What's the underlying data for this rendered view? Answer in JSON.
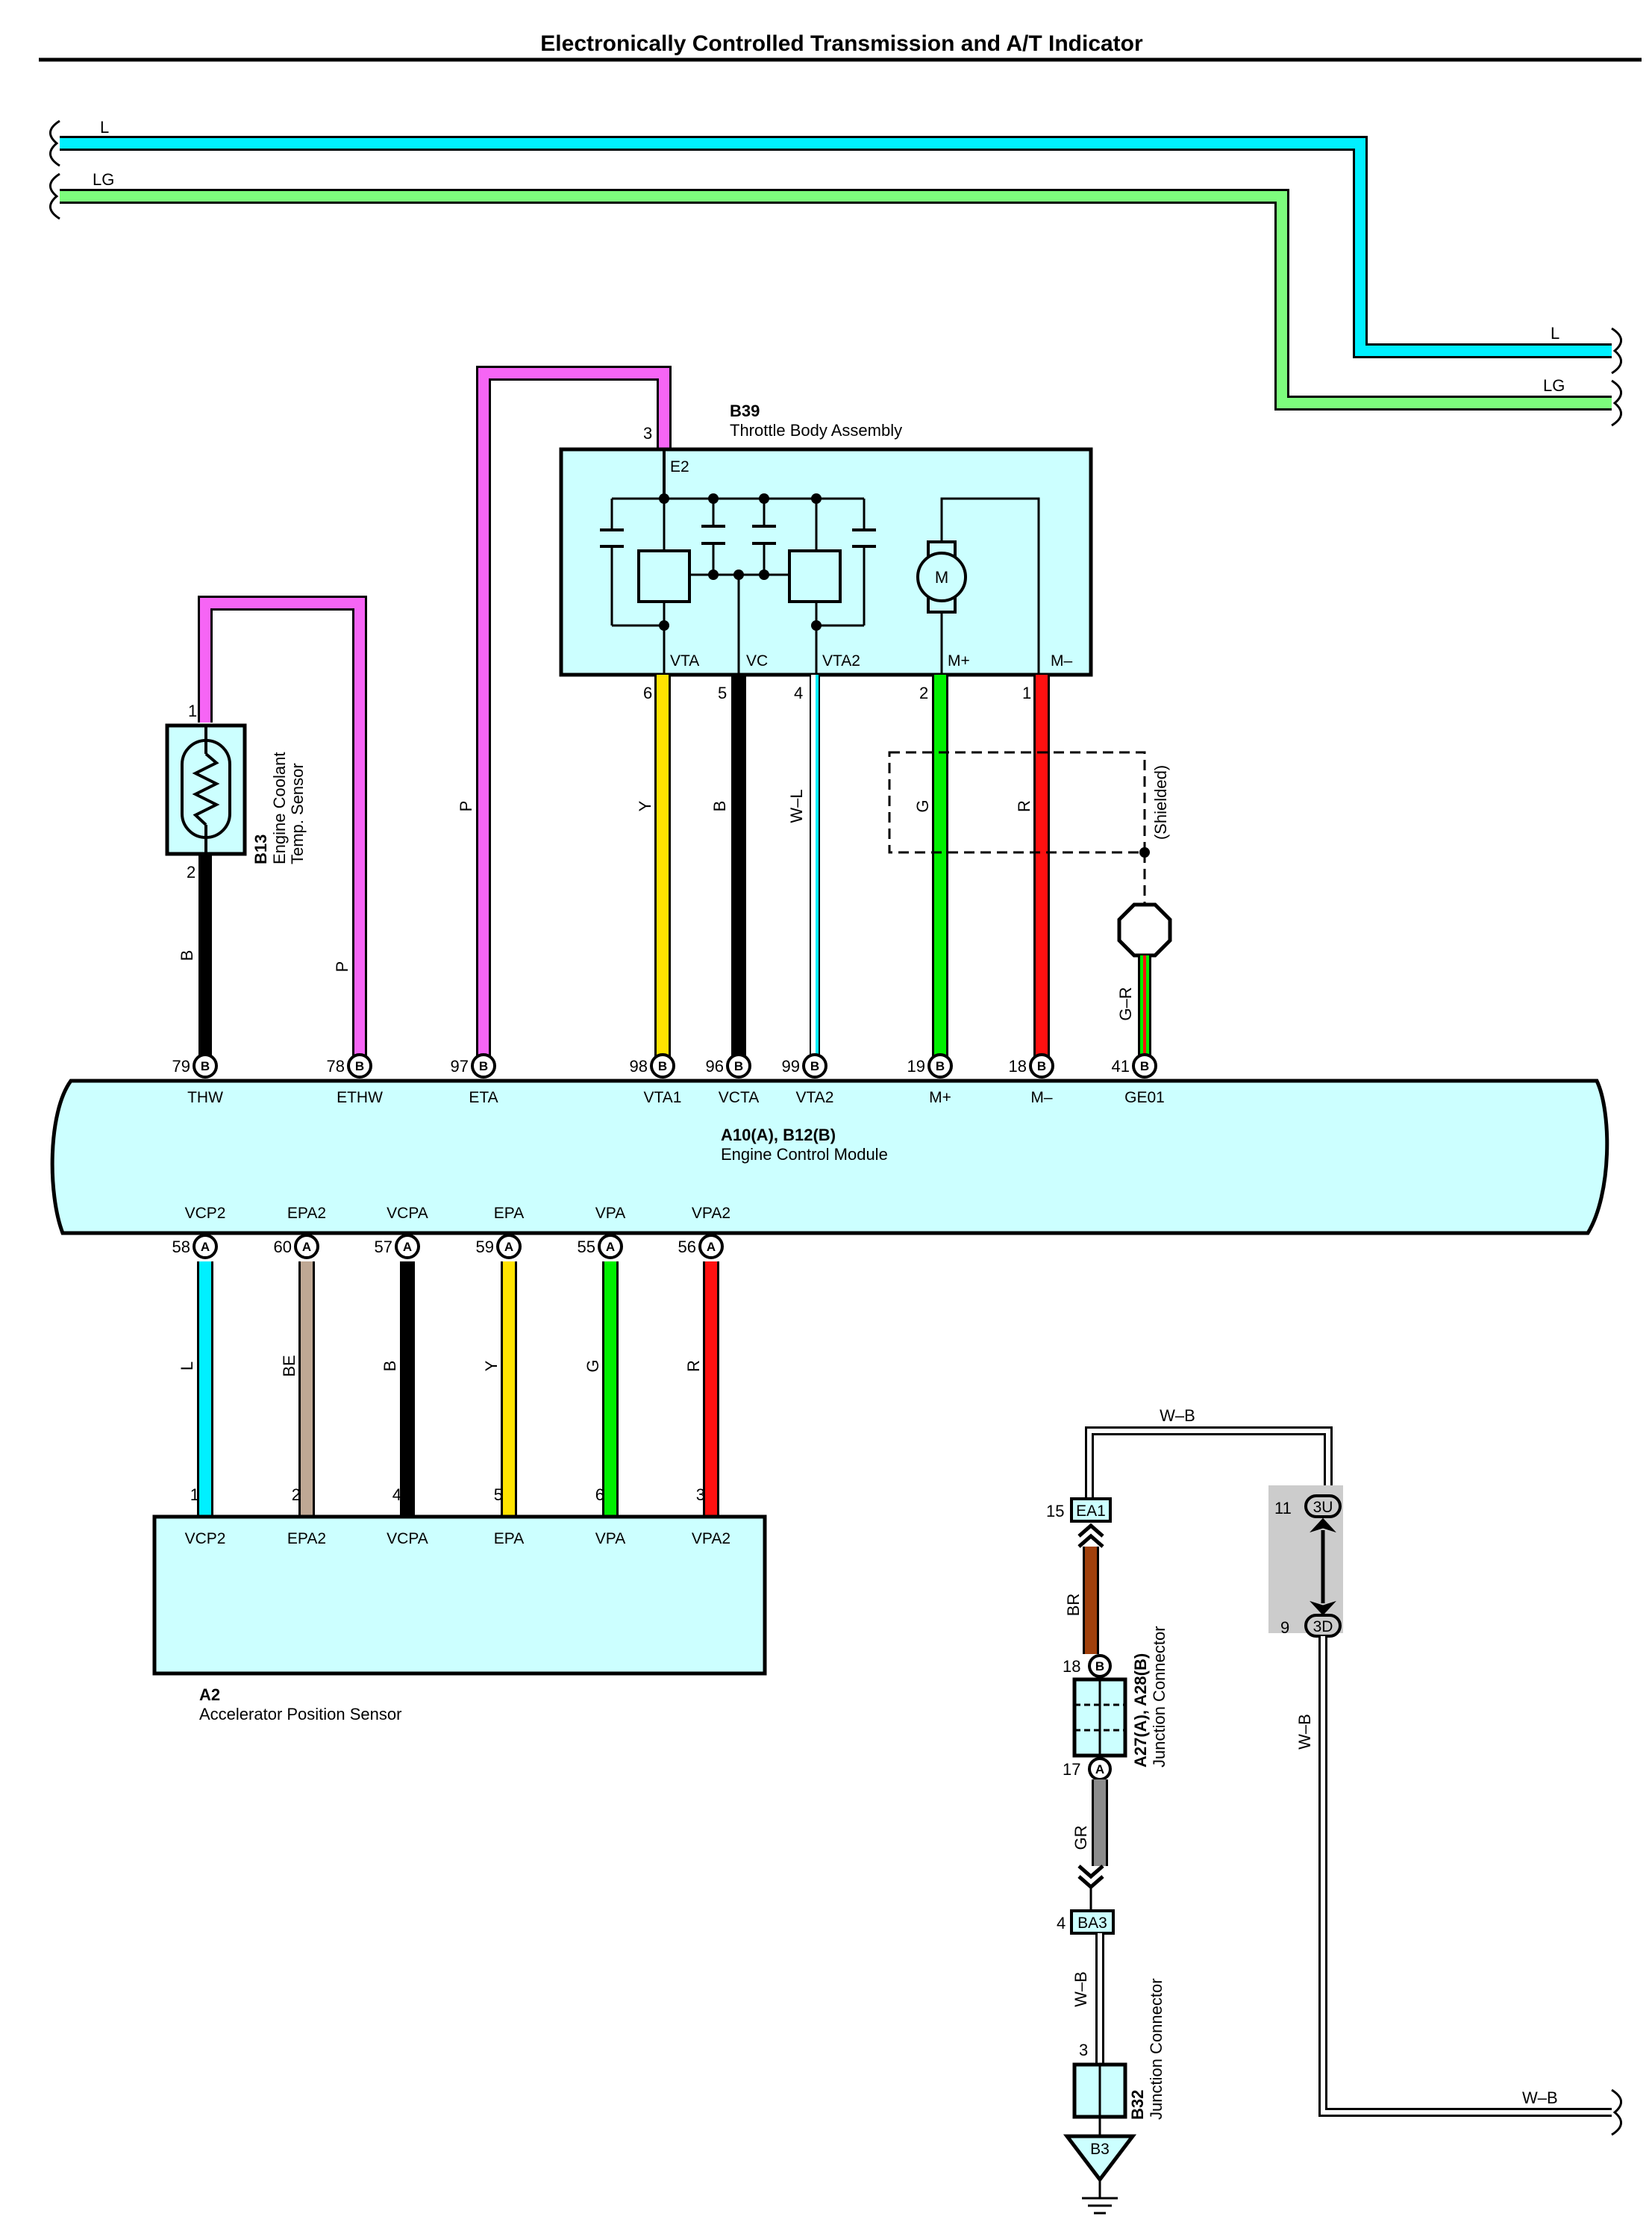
{
  "title": "Electronically Controlled Transmission and A/T Indicator",
  "colors": {
    "L": "#00f0ff",
    "LG": "#7dfc7d",
    "P": "#f665f5",
    "Y": "#ffe300",
    "B": "#000000",
    "G": "#00f000",
    "R": "#ff1010",
    "BE": "#bfa894",
    "BR": "#a0400c",
    "GR": "#8c8c8c",
    "component": "#ccffff"
  },
  "wires": {
    "l": "L",
    "lg": "LG",
    "l_right": "L",
    "lg_right": "LG",
    "ethw": "P",
    "eta": "P",
    "thw": "B",
    "vta1": "Y",
    "vcta": "B",
    "vta2": "W–L",
    "mplus": "G",
    "mminus": "R",
    "ge01": "G–R",
    "vcp2": "L",
    "epa2": "BE",
    "vcpa": "B",
    "epa": "Y",
    "vpa": "G",
    "vpa2": "R",
    "wb_top": "W–B",
    "br": "BR",
    "gr": "GR",
    "wb_vert": "W–B",
    "wb_ba3": "W–B",
    "wb_bottom": "W–B"
  },
  "b13": {
    "code": "B13",
    "name1": "Engine Coolant",
    "name2": "Temp. Sensor",
    "pin_top": "1",
    "pin_bottom": "2"
  },
  "b39": {
    "code": "B39",
    "name": "Throttle Body Assembly",
    "pin_e2": "3",
    "lbl_e2": "E2",
    "terminals": {
      "vta": "VTA",
      "vc": "VC",
      "vta2": "VTA2",
      "mplus": "M+",
      "mminus": "M–"
    },
    "pins": {
      "vta": "6",
      "vc": "5",
      "vta2": "4",
      "mplus": "2",
      "mminus": "1"
    },
    "motor": "M"
  },
  "shielded": "(Shielded)",
  "ecm": {
    "codes": "A10(A), B12(B)",
    "name": "Engine Control Module",
    "top_pins": [
      {
        "num": "79",
        "conn": "B",
        "name": "THW"
      },
      {
        "num": "78",
        "conn": "B",
        "name": "ETHW"
      },
      {
        "num": "97",
        "conn": "B",
        "name": "ETA"
      },
      {
        "num": "98",
        "conn": "B",
        "name": "VTA1"
      },
      {
        "num": "96",
        "conn": "B",
        "name": "VCTA"
      },
      {
        "num": "99",
        "conn": "B",
        "name": "VTA2"
      },
      {
        "num": "19",
        "conn": "B",
        "name": "M+"
      },
      {
        "num": "18",
        "conn": "B",
        "name": "M–"
      },
      {
        "num": "41",
        "conn": "B",
        "name": "GE01"
      }
    ],
    "bottom_pins": [
      {
        "num": "58",
        "conn": "A",
        "name": "VCP2"
      },
      {
        "num": "60",
        "conn": "A",
        "name": "EPA2"
      },
      {
        "num": "57",
        "conn": "A",
        "name": "VCPA"
      },
      {
        "num": "59",
        "conn": "A",
        "name": "EPA"
      },
      {
        "num": "55",
        "conn": "A",
        "name": "VPA"
      },
      {
        "num": "56",
        "conn": "A",
        "name": "VPA2"
      }
    ]
  },
  "a2": {
    "code": "A2",
    "name": "Accelerator Position Sensor",
    "pins": [
      {
        "num": "1",
        "name": "VCP2"
      },
      {
        "num": "2",
        "name": "EPA2"
      },
      {
        "num": "4",
        "name": "VCPA"
      },
      {
        "num": "5",
        "name": "EPA"
      },
      {
        "num": "6",
        "name": "VPA"
      },
      {
        "num": "3",
        "name": "VPA2"
      }
    ]
  },
  "ea1": {
    "pin": "15",
    "name": "EA1"
  },
  "jc3": {
    "top_pin": "11",
    "top_name": "3U",
    "bottom_pin": "9",
    "bottom_name": "3D"
  },
  "a27": {
    "codes": "A27(A), A28(B)",
    "name": "Junction Connector",
    "pin_top": "18",
    "conn_top": "B",
    "pin_bottom": "17",
    "conn_bottom": "A"
  },
  "ba3": {
    "pin": "4",
    "name": "BA3"
  },
  "b32": {
    "code": "B32",
    "name": "Junction Connector",
    "pin": "3"
  },
  "b3": {
    "name": "B3"
  }
}
